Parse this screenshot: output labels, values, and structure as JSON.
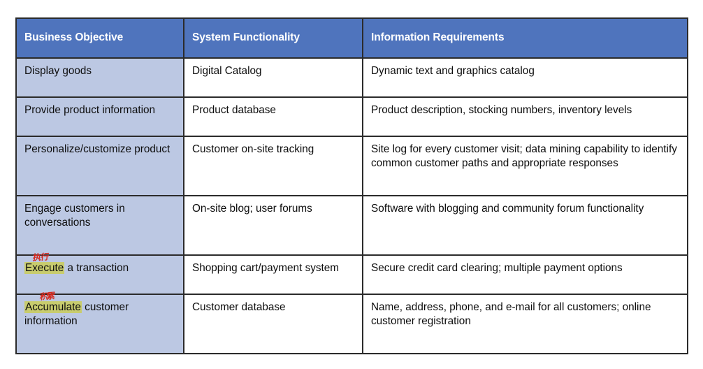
{
  "table": {
    "headers": [
      {
        "label": "Business Objective"
      },
      {
        "label": "System Functionality"
      },
      {
        "label": "Information Requirements"
      }
    ],
    "rows": [
      {
        "objective": "Display goods",
        "functionality": "Digital Catalog",
        "requirements": "Dynamic text and graphics catalog"
      },
      {
        "objective": "Provide product information",
        "functionality": "Product database",
        "requirements": "Product description, stocking numbers, inventory levels"
      },
      {
        "objective": "Personalize/customize product",
        "functionality": "Customer on-site tracking",
        "requirements": "Site log for every customer visit; data mining capability to identify common customer paths and appropriate responses"
      },
      {
        "objective": "Engage customers in conversations",
        "functionality": "On-site blog; user forums",
        "requirements": "Software with blogging and community forum functionality"
      },
      {
        "objective_highlighted": "Execute",
        "objective_rest": " a transaction",
        "annotation": "执行",
        "functionality": "Shopping cart/payment system",
        "requirements": "Secure credit card clearing; multiple payment options"
      },
      {
        "objective_highlighted": "Accumulate",
        "objective_rest": " customer information",
        "annotation": "积累",
        "functionality": "Customer database",
        "requirements": "Name, address, phone, and e-mail for all customers; online customer registration"
      }
    ]
  },
  "colors": {
    "header_blue": "#4f74bd",
    "objective_cell_blue": "#bcc8e3",
    "highlight_olive": "#c8cc6e",
    "annotation_red": "#d5281e",
    "border_dark": "#2b2b2b",
    "page_background": "#ffffff"
  }
}
